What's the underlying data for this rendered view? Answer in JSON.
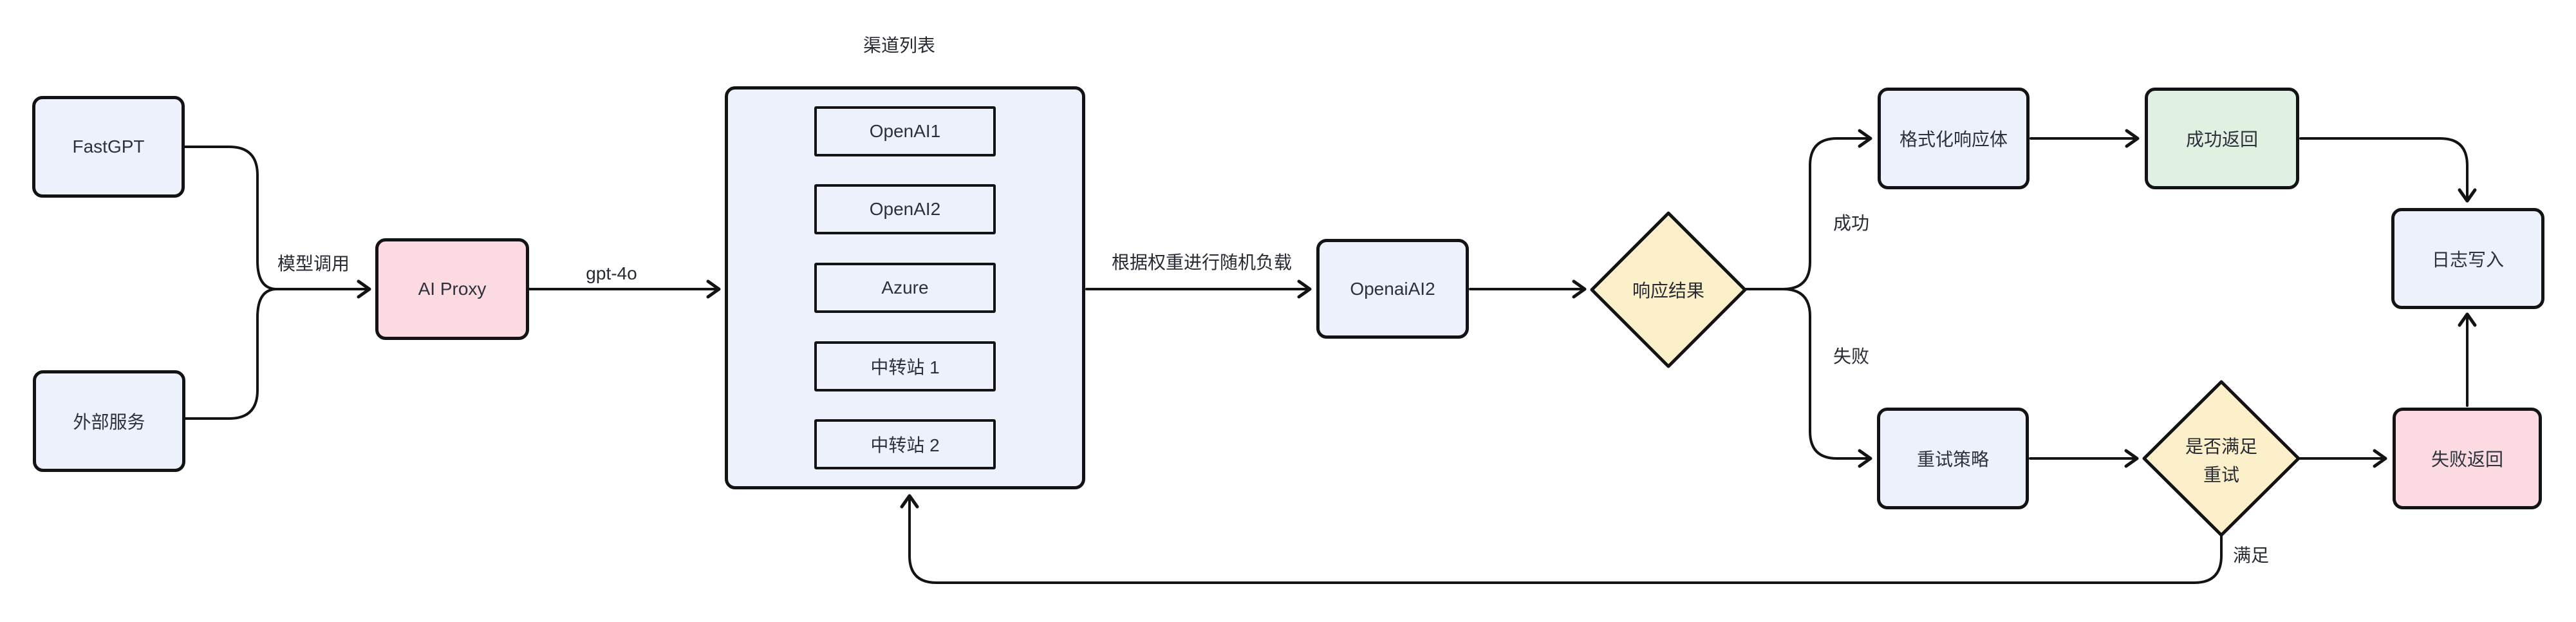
{
  "diagram": {
    "title": "渠道列表",
    "nodes": {
      "fastgpt": "FastGPT",
      "external_service": "外部服务",
      "ai_proxy": "AI Proxy",
      "openai_ai2": "OpenaiAI2",
      "response_result": "响应结果",
      "format_response": "格式化响应体",
      "success_return": "成功返回",
      "log_write": "日志写入",
      "retry_strategy": "重试策略",
      "retry_check_line1": "是否满足",
      "retry_check_line2": "重试",
      "fail_return": "失败返回"
    },
    "channels": {
      "title": "渠道列表",
      "items": [
        "OpenAI1",
        "OpenAI2",
        "Azure",
        "中转站 1",
        "中转站 2"
      ]
    },
    "edge_labels": {
      "model_call": "模型调用",
      "model_name": "gpt-4o",
      "load_balance": "根据权重进行随机负载",
      "success": "成功",
      "fail": "失败",
      "satisfied": "满足"
    },
    "colors": {
      "background": "#ffffff",
      "node_blue": "#edf1fb",
      "node_pink": "#fbdbe1",
      "node_green": "#e0f1e2",
      "node_yellow": "#fcf0cb",
      "line": "#131316",
      "text": "#2c313b"
    }
  }
}
